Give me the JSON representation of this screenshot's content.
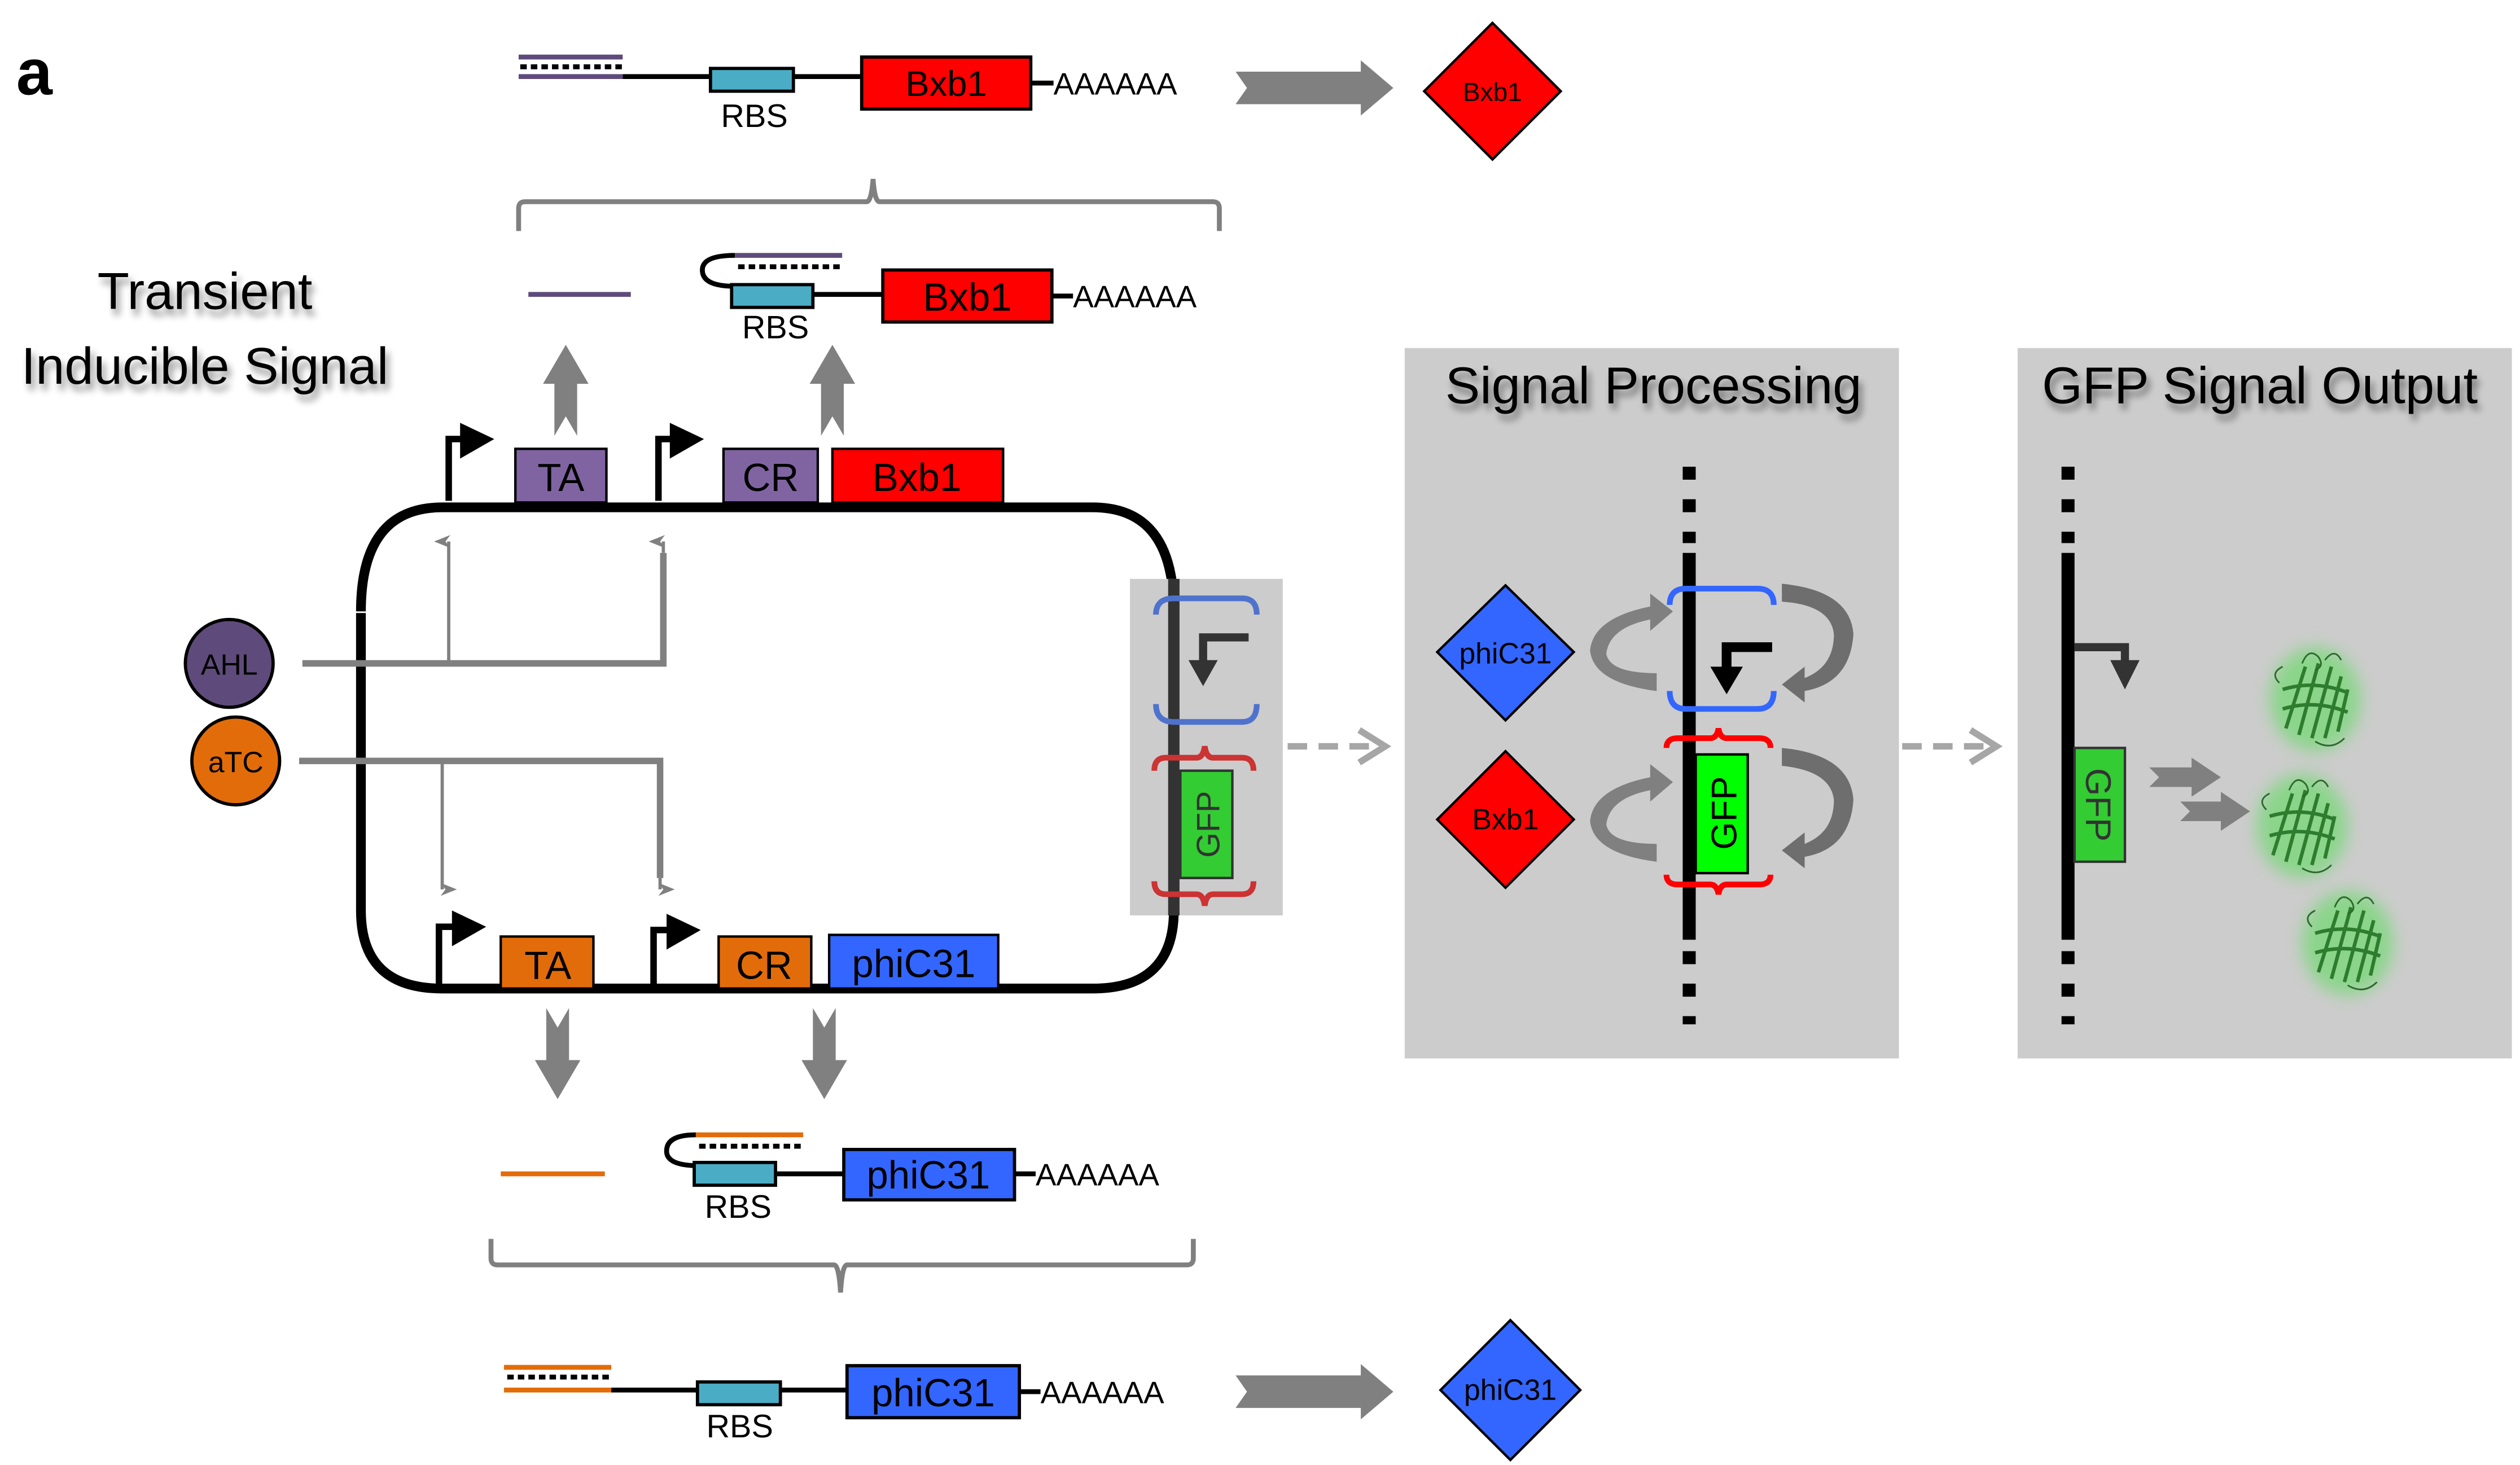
{
  "panel_label": "a",
  "input_section": {
    "title_line1": "Transient",
    "title_line2": "Inducible Signal",
    "inducers": [
      {
        "label": "AHL",
        "color": "#5f4b7b"
      },
      {
        "label": "aTC",
        "color": "#e36c0a"
      }
    ]
  },
  "colors": {
    "purple_part": "#8064a2",
    "purple_rna": "#5f4b7b",
    "orange": "#e36c0a",
    "red": "#ff0000",
    "blue": "#3366ff",
    "rbs": "#4bacc6",
    "gfp_green": "#33cc33",
    "gfp_bright": "#00ff00",
    "panel_gray": "#cccccc",
    "arrow_gray": "#808080"
  },
  "top_cassette": {
    "promoter1_part": "TA",
    "promoter2_parts": [
      "CR",
      "Bxb1"
    ]
  },
  "bottom_cassette": {
    "promoter1_part": "TA",
    "promoter2_parts": [
      "CR",
      "phiC31"
    ]
  },
  "top_transcripts": {
    "hairpin_rbs": "RBS",
    "gene": "Bxb1",
    "polyA": "AAAAAA"
  },
  "top_activated": {
    "rbs": "RBS",
    "gene": "Bxb1",
    "polyA": "AAAAAA",
    "protein": "Bxb1"
  },
  "bottom_transcripts": {
    "hairpin_rbs": "RBS",
    "gene": "phiC31",
    "polyA": "AAAAAA"
  },
  "bottom_activated": {
    "rbs": "RBS",
    "gene": "phiC31",
    "polyA": "AAAAAA",
    "protein": "phiC31"
  },
  "reporter_inset": {
    "gene": "GFP"
  },
  "signal_processing": {
    "title": "Signal Processing",
    "recombinases": [
      "phiC31",
      "Bxb1"
    ],
    "gene": "GFP"
  },
  "gfp_output": {
    "title": "GFP Signal Output",
    "gene": "GFP",
    "protein_count": 3
  }
}
